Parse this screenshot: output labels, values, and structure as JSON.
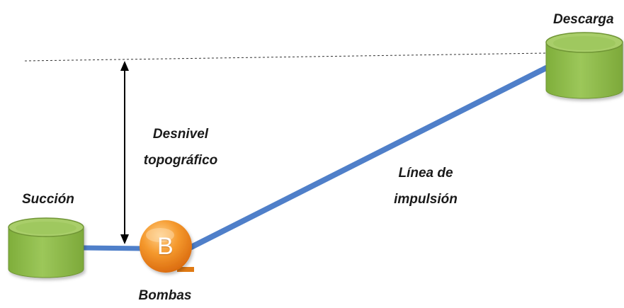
{
  "labels": {
    "discharge": "Descarga",
    "suction": "Succión",
    "elevation_line1": "Desnivel",
    "elevation_line2": "topográfico",
    "pipeline_line1": "Línea de",
    "pipeline_line2": "impulsión",
    "pumps": "Bombas",
    "pump_letter": "B"
  },
  "colors": {
    "tank_fill": "#92C04B",
    "tank_top": "#A9CE6A",
    "tank_edge": "#6F9535",
    "pipe": "#4F7FC9",
    "pump": "#F28A1E",
    "dashed_line": "#333333",
    "arrow": "#000000"
  }
}
